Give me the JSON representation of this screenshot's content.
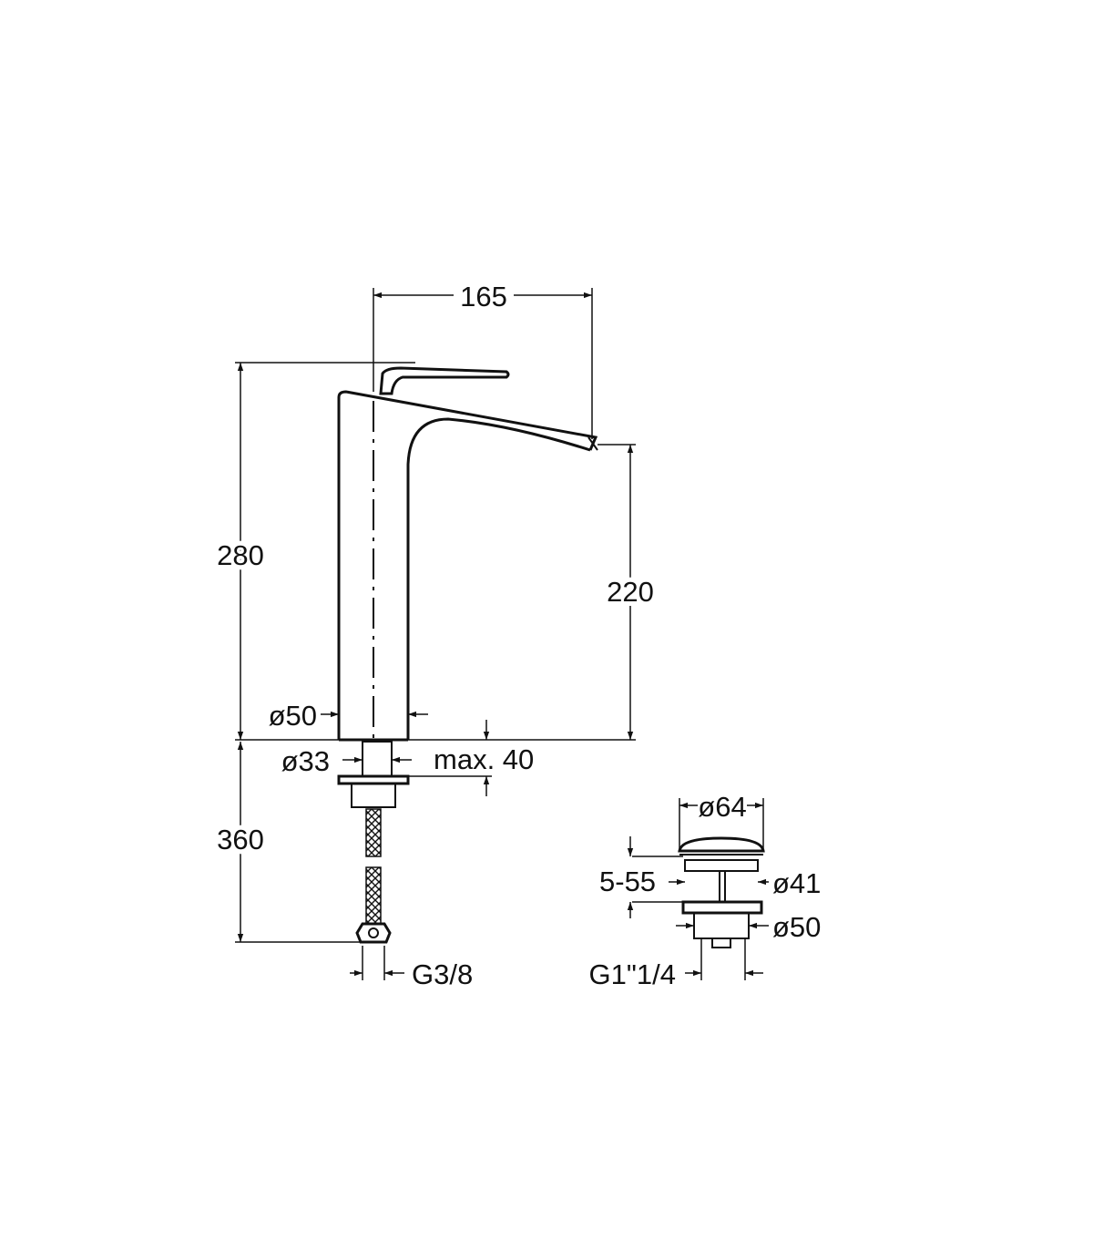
{
  "faucet": {
    "width_label": "165",
    "height_total_label": "280",
    "spout_height_label": "220",
    "body_diameter_label": "ø50",
    "shank_diameter_label": "ø33",
    "max_thickness_label": "max. 40",
    "below_deck_label": "360",
    "hose_thread_label": "G3/8"
  },
  "drain": {
    "cap_diameter_label": "ø64",
    "thickness_range_label": "5-55",
    "stem_diameter_label": "ø41",
    "flange_diameter_label": "ø50",
    "thread_label": "G1\"1/4"
  },
  "colors": {
    "ink": "#111111",
    "background": "#ffffff"
  }
}
